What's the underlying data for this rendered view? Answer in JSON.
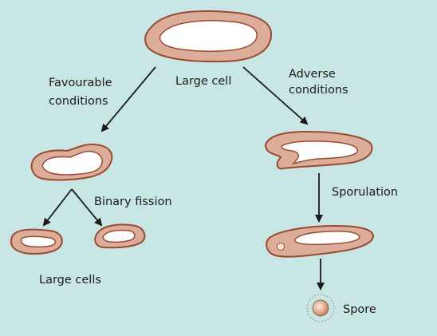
{
  "diagram": {
    "background": "#c8e6e4",
    "cell_fill": "#dcae9a",
    "cell_stroke": "#9a4a32",
    "interior_fill": "#ffffff",
    "arrow_color": "#1a1a1a",
    "labels": {
      "large_cell": "Large cell",
      "favourable_line1": "Favourable",
      "favourable_line2": "conditions",
      "adverse_line1": "Adverse",
      "adverse_line2": "conditions",
      "binary_fission": "Binary fission",
      "sporulation": "Sporulation",
      "large_cells": "Large cells",
      "spore": "Spore"
    }
  }
}
